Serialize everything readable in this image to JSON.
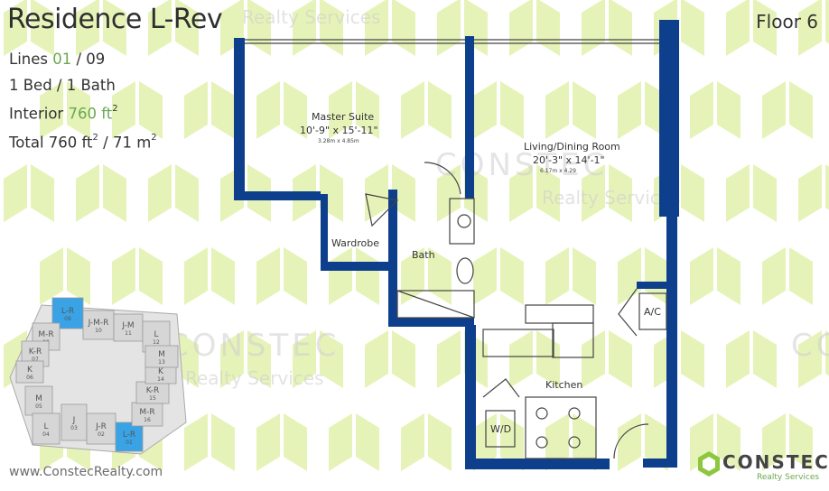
{
  "title": "Residence L-Rev",
  "floor": "Floor 6",
  "info": {
    "lines_label": "Lines",
    "line_a": "01",
    "line_sep": "/",
    "line_b": "09",
    "bed_bath": "1 Bed / 1 Bath",
    "interior_label": "Interior",
    "interior_value": "760 ft",
    "sq_sup": "2",
    "total_label": "Total",
    "total_ft": "760 ft",
    "total_sep": "/",
    "total_m": "71 m"
  },
  "plan": {
    "master_name": "Master Suite",
    "master_dim": "10'-9\" x 15'-11\"",
    "master_metric": "3.28m x 4.85m",
    "living_name": "Living/Dining Room",
    "living_dim": "20'-3\" x 14'-1\"",
    "living_metric": "6.17m x 4.29",
    "wardrobe": "Wardrobe",
    "bath": "Bath",
    "kitchen": "Kitchen",
    "ac": "A/C",
    "wd": "W/D"
  },
  "keyplan": {
    "units": [
      {
        "label": "L-R",
        "num": "09",
        "highlight": true
      },
      {
        "label": "J-M-R",
        "num": "10",
        "highlight": false
      },
      {
        "label": "J-M",
        "num": "11",
        "highlight": false
      },
      {
        "label": "L",
        "num": "12",
        "highlight": false
      },
      {
        "label": "M-R",
        "num": "08",
        "highlight": false
      },
      {
        "label": "K-R",
        "num": "07",
        "highlight": false
      },
      {
        "label": "K",
        "num": "06",
        "highlight": false
      },
      {
        "label": "M",
        "num": "05",
        "highlight": false
      },
      {
        "label": "L",
        "num": "04",
        "highlight": false
      },
      {
        "label": "J",
        "num": "03",
        "highlight": false
      },
      {
        "label": "J-R",
        "num": "02",
        "highlight": false
      },
      {
        "label": "L-R",
        "num": "01",
        "highlight": true
      },
      {
        "label": "M-R",
        "num": "16",
        "highlight": false
      },
      {
        "label": "K-R",
        "num": "15",
        "highlight": false
      },
      {
        "label": "K",
        "num": "14",
        "highlight": false
      },
      {
        "label": "M",
        "num": "13",
        "highlight": false
      }
    ]
  },
  "watermark": {
    "word": "CONSTEC",
    "sub": "Realty Services"
  },
  "footer": {
    "url": "www.ConstecRealty.com",
    "brand_word": "CONSTEC",
    "brand_sub": "Realty Services"
  },
  "colors": {
    "wall": "#0d3f8c",
    "pattern": "#e6f3b8",
    "highlight": "#39a3e6",
    "accent": "#6aa84f"
  }
}
